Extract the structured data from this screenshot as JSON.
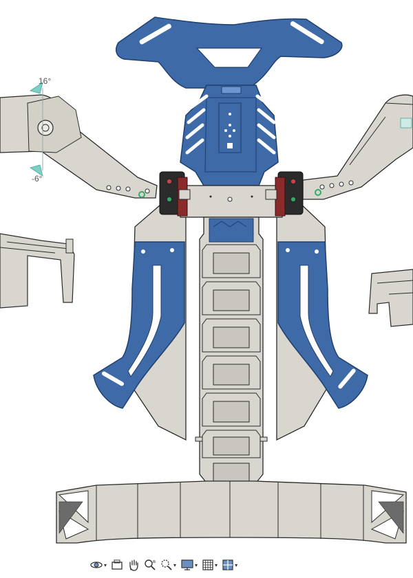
{
  "viewport": {
    "angle_upper": "16°",
    "angle_lower": "-6°"
  },
  "colors": {
    "blue_part": "#3e6aa8",
    "blue_outline": "#1f3f6e",
    "beige_part": "#d9d6cf",
    "beige_outline": "#2a2a2a",
    "red_part": "#8a2a2a",
    "dark_part": "#2b2b2b",
    "green_marker": "#2fae68",
    "teal_marker": "#7fcfc6"
  },
  "toolbar": {
    "items": [
      {
        "name": "orbit",
        "icon": "orbit-icon",
        "has_dropdown": true
      },
      {
        "name": "look-at",
        "icon": "look-at-icon",
        "has_dropdown": false
      },
      {
        "name": "pan",
        "icon": "hand-pan-icon",
        "has_dropdown": false
      },
      {
        "name": "zoom",
        "icon": "zoom-icon",
        "has_dropdown": false
      },
      {
        "name": "fit",
        "icon": "zoom-window-icon",
        "has_dropdown": true
      },
      {
        "name": "display-settings",
        "icon": "display-monitor-icon",
        "has_dropdown": true
      },
      {
        "name": "grid-snaps",
        "icon": "grid-icon",
        "has_dropdown": true
      },
      {
        "name": "viewports",
        "icon": "viewports-icon",
        "has_dropdown": true
      }
    ]
  }
}
